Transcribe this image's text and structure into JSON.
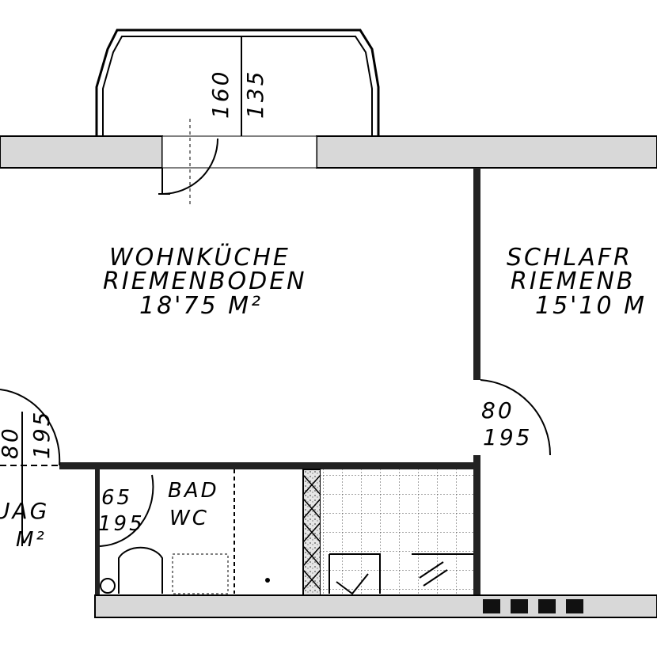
{
  "balcony": {
    "dim_depth": "160",
    "dim_depth2": "135"
  },
  "rooms": {
    "wohnkueche": {
      "name": "WOHNKÜCHE",
      "floor": "RIEMENBODEN",
      "area": "18'75 M²"
    },
    "schlafraum": {
      "name": "SCHLAFR",
      "floor": "RIEMENB",
      "area": "15'10 M"
    },
    "bad": {
      "name": "BAD",
      "name2": "WC",
      "door_width": "65",
      "door_height": "195"
    },
    "left_room": {
      "name": "UAG",
      "area": "M²"
    }
  },
  "doors": {
    "schlaf_door": {
      "width": "80",
      "height": "195"
    },
    "left_door": {
      "width": "80",
      "height": "195"
    }
  }
}
